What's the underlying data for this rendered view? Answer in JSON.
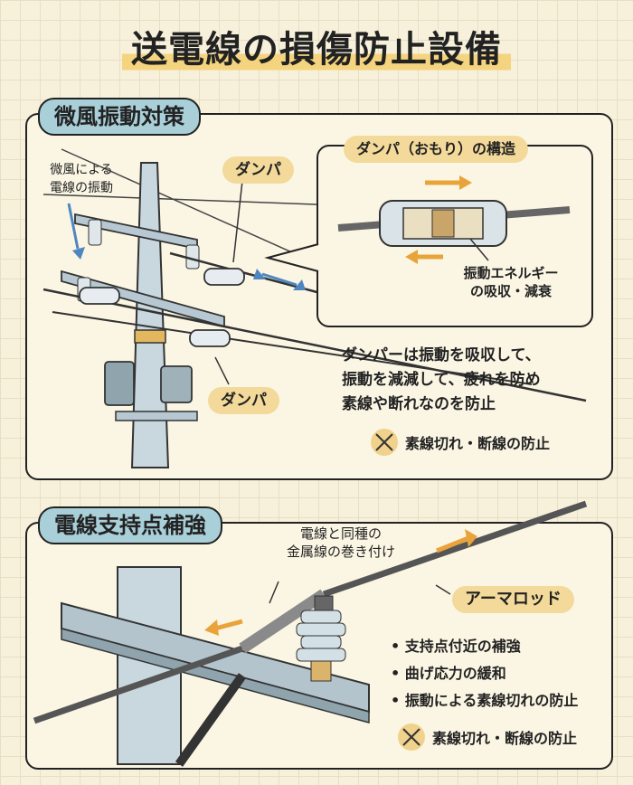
{
  "title": "送電線の損傷防止設備",
  "section1": {
    "label": "微風振動対策",
    "vibration_note": "微風による\n電線の振動",
    "damper_label_top": "ダンパ",
    "damper_label_bottom": "ダンパ",
    "callout_title": "ダンパ（おもり）の構造",
    "absorb_note": "振動エネルギー\nの吸収・減衰",
    "description": "ダンパーは振動を吸収して、\n振動を減減して、疲れを防め\n素線や断れなのを防止",
    "effect": "素線切れ・断線の防止"
  },
  "section2": {
    "label": "電線支持点補強",
    "wrap_note": "電線と同種の\n金属線の巻き付け",
    "armor_label": "アーマロッド",
    "bullets": [
      "支持点付近の補強",
      "曲げ応力の緩和",
      "振動による素線切れの防止"
    ],
    "effect": "素線切れ・断線の防止"
  },
  "colors": {
    "background": "#f7f1dc",
    "accent_blue": "#a9cfd9",
    "accent_tan": "#f3d99a",
    "arrow_orange": "#e8a43a",
    "arrow_blue": "#4e86c2"
  }
}
